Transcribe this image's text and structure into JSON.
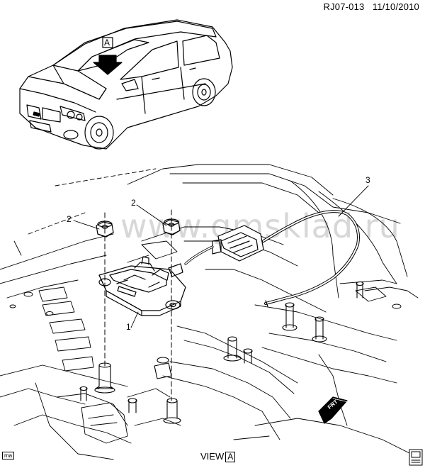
{
  "header": {
    "code": "RJ07-013",
    "date": "11/10/2010"
  },
  "watermark": "www.gmsklad.ru",
  "view_marker": {
    "letter": "A"
  },
  "callouts": [
    {
      "id": "1",
      "text": "1"
    },
    {
      "id": "2a",
      "text": "2"
    },
    {
      "id": "2b",
      "text": "2"
    },
    {
      "id": "3",
      "text": "3"
    }
  ],
  "footer": {
    "view_text": "VIEW",
    "view_letter": "A",
    "tag": "ma"
  },
  "front_arrow": {
    "text": "FRT"
  }
}
